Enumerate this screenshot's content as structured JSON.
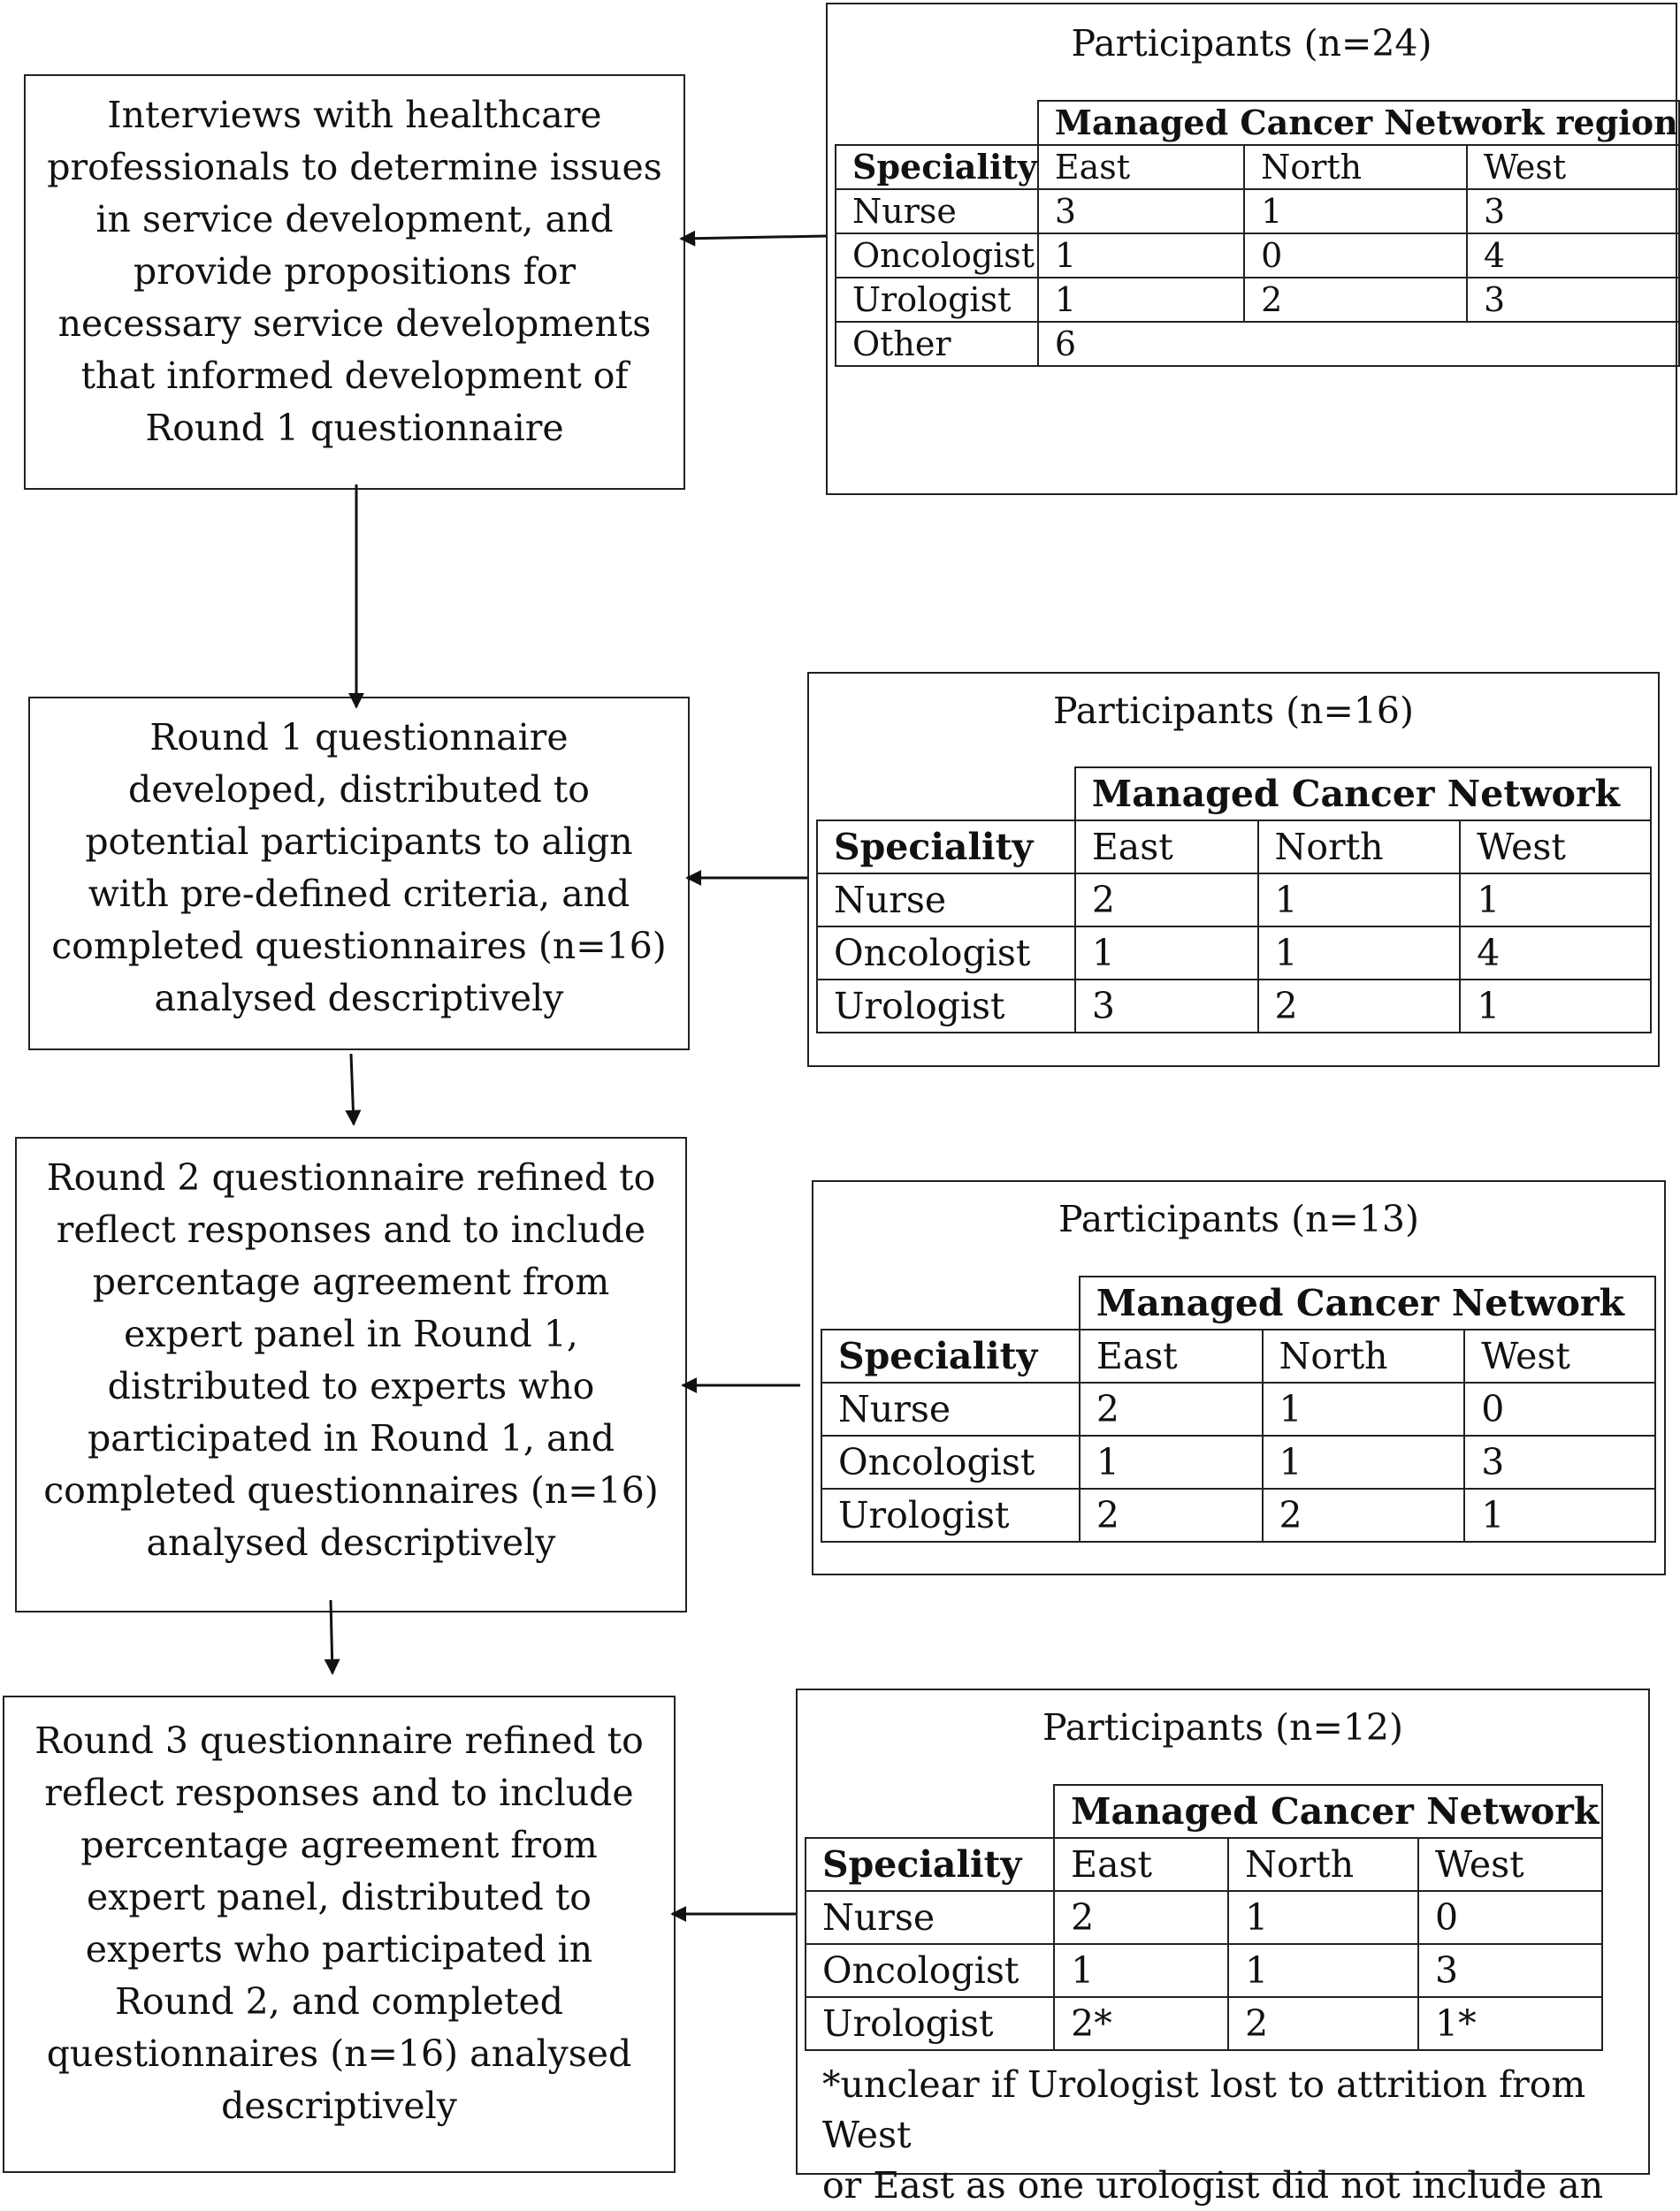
{
  "steps": [
    {
      "text": "Interviews with healthcare professionals to determine issues in service development, and provide propositions for necessary service developments that informed development of Round 1 questionnaire"
    },
    {
      "text": "Round 1 questionnaire developed, distributed to potential participants to align with pre-defined criteria, and completed questionnaires (n=16) analysed descriptively"
    },
    {
      "text": "Round 2 questionnaire refined to reflect responses and to include percentage agreement from expert panel in Round 1, distributed to experts who participated in Round 1, and completed questionnaires (n=16) analysed descriptively"
    },
    {
      "text": "Round 3 questionnaire refined to reflect responses and to include percentage agreement from expert panel, distributed to experts who participated in Round 2, and completed questionnaires (n=16) analysed descriptively"
    }
  ],
  "panels": [
    {
      "title": "Participants (n=24)",
      "network_header": "Managed Cancer Network region",
      "col_headers": [
        "Speciality",
        "East",
        "North",
        "West"
      ],
      "rows": [
        {
          "label": "Nurse",
          "values": [
            "3",
            "1",
            "3"
          ]
        },
        {
          "label": "Oncologist",
          "values": [
            "1",
            "0",
            "4"
          ]
        },
        {
          "label": "Urologist",
          "values": [
            "1",
            "2",
            "3"
          ]
        }
      ],
      "other": {
        "label": "Other",
        "value": "6"
      }
    },
    {
      "title": "Participants (n=16)",
      "network_header": "Managed Cancer Network",
      "col_headers": [
        "Speciality",
        "East",
        "North",
        "West"
      ],
      "rows": [
        {
          "label": "Nurse",
          "values": [
            "2",
            "1",
            "1"
          ]
        },
        {
          "label": "Oncologist",
          "values": [
            "1",
            "1",
            "4"
          ]
        },
        {
          "label": "Urologist",
          "values": [
            "3",
            "2",
            "1"
          ]
        }
      ]
    },
    {
      "title": "Participants (n=13)",
      "network_header": "Managed Cancer Network",
      "col_headers": [
        "Speciality",
        "East",
        "North",
        "West"
      ],
      "rows": [
        {
          "label": "Nurse",
          "values": [
            "2",
            "1",
            "0"
          ]
        },
        {
          "label": "Oncologist",
          "values": [
            "1",
            "1",
            "3"
          ]
        },
        {
          "label": "Urologist",
          "values": [
            "2",
            "2",
            "1"
          ]
        }
      ]
    },
    {
      "title": "Participants (n=12)",
      "network_header": "Managed Cancer Network",
      "col_headers": [
        "Speciality",
        "East",
        "North",
        "West"
      ],
      "rows": [
        {
          "label": "Nurse",
          "values": [
            "2",
            "1",
            "0"
          ]
        },
        {
          "label": "Oncologist",
          "values": [
            "1",
            "1",
            "3"
          ]
        },
        {
          "label": "Urologist",
          "values": [
            "2*",
            "2",
            "1*"
          ]
        }
      ],
      "footnote": [
        "*unclear if Urologist lost to attrition from West",
        "or East as one urologist did not include an"
      ]
    }
  ]
}
